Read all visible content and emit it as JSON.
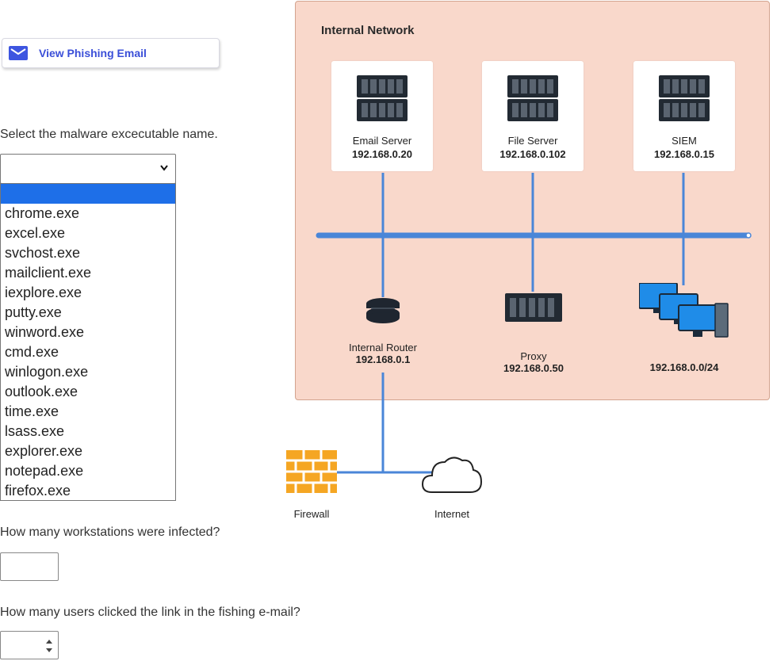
{
  "phishing_button": {
    "label": "View Phishing Email",
    "icon": "mail-icon"
  },
  "questions": {
    "malware_prompt": "Select the malware excecutable name.",
    "workstations_prompt": "How many workstations were infected?",
    "users_prompt": "How many users clicked the link in the fishing e-mail?"
  },
  "malware_select": {
    "selected": "",
    "options": [
      "chrome.exe",
      "excel.exe",
      "svchost.exe",
      "mailclient.exe",
      "iexplore.exe",
      "putty.exe",
      "winword.exe",
      "cmd.exe",
      "winlogon.exe",
      "outlook.exe",
      "time.exe",
      "lsass.exe",
      "explorer.exe",
      "notepad.exe",
      "firefox.exe"
    ]
  },
  "diagram": {
    "title": "Internal Network",
    "email_server": {
      "name": "Email Server",
      "ip": "192.168.0.20"
    },
    "file_server": {
      "name": "File Server",
      "ip": "192.168.0.102"
    },
    "siem": {
      "name": "SIEM",
      "ip": "192.168.0.15"
    },
    "router": {
      "name": "Internal Router",
      "ip": "192.168.0.1"
    },
    "proxy": {
      "name": "Proxy",
      "ip": "192.168.0.50"
    },
    "workstations": {
      "ip": "192.168.0.0/24"
    },
    "firewall": {
      "name": "Firewall"
    },
    "internet": {
      "name": "Internet"
    }
  },
  "colors": {
    "panel_bg": "#f9d8cb",
    "link_blue": "#3b4fd8",
    "bus_blue": "#4a86d8",
    "highlight": "#1e6fe8",
    "firewall_orange": "#f5a623"
  }
}
